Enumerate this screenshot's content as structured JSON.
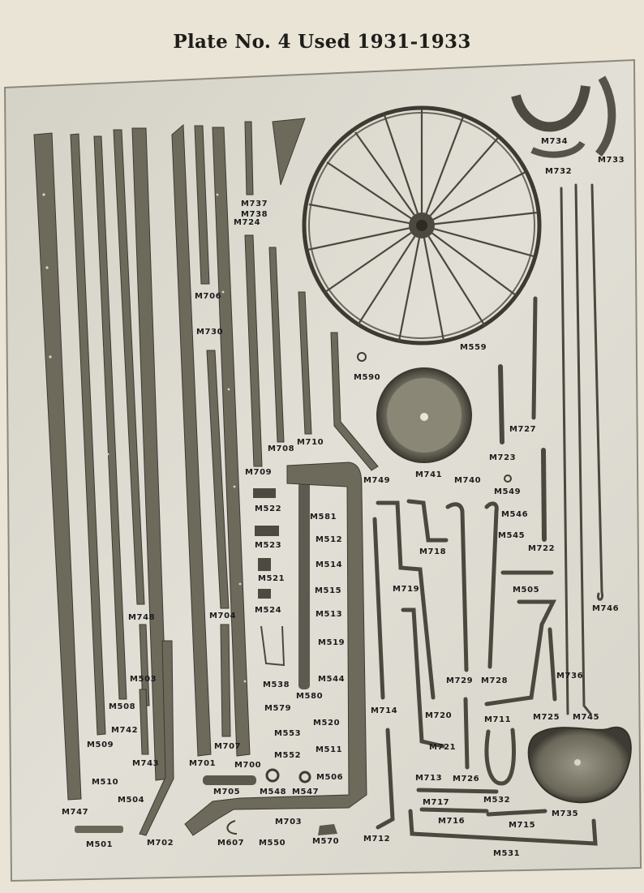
{
  "page": {
    "title": "Plate No. 4 Used 1931-1933"
  },
  "colors": {
    "page_background": "#e9e4d6",
    "plate_background": "#dfddd2",
    "metal": "#6d6a5c",
    "label_ink": "#1c1c1c"
  },
  "part_labels": {
    "m501": "M501",
    "m502": "M702",
    "m503": "M503",
    "m504": "M504",
    "m505": "M505",
    "m506": "M506",
    "m508": "M508",
    "m509": "M509",
    "m510": "M510",
    "m511": "M511",
    "m512": "M512",
    "m513": "M513",
    "m514": "M514",
    "m515": "M515",
    "m519": "M519",
    "m520": "M520",
    "m521": "M521",
    "m522": "M522",
    "m523": "M523",
    "m524": "M524",
    "m531": "M531",
    "m532": "M532",
    "m538": "M538",
    "m544": "M544",
    "m545": "M545",
    "m546": "M546",
    "m547": "M547",
    "m548": "M548",
    "m549": "M549",
    "m550": "M550",
    "m552": "M552",
    "m553": "M553",
    "m559": "M559",
    "m570": "M570",
    "m579": "M579",
    "m580": "M580",
    "m581": "M581",
    "m590": "M590",
    "m607": "M607",
    "m700": "M700",
    "m701": "M701",
    "m703": "M703",
    "m704": "M704",
    "m705": "M705",
    "m706": "M706",
    "m707": "M707",
    "m708": "M708",
    "m709": "M709",
    "m710": "M710",
    "m711": "M711",
    "m712": "M712",
    "m713": "M713",
    "m714": "M714",
    "m715": "M715",
    "m716": "M716",
    "m717": "M717",
    "m718": "M718",
    "m719": "M719",
    "m720": "M720",
    "m721": "M721",
    "m722": "M722",
    "m723": "M723",
    "m724": "M724",
    "m725": "M725",
    "m726": "M726",
    "m727": "M727",
    "m728": "M728",
    "m729": "M729",
    "m730": "M730",
    "m732": "M732",
    "m733": "M733",
    "m734": "M734",
    "m735": "M735",
    "m736": "M736",
    "m737": "M737",
    "m738": "M738",
    "m740": "M740",
    "m741": "M741",
    "m742": "M742",
    "m743": "M743",
    "m745": "M745",
    "m746": "M746",
    "m747": "M747",
    "m748": "M748",
    "m749": "M749"
  }
}
